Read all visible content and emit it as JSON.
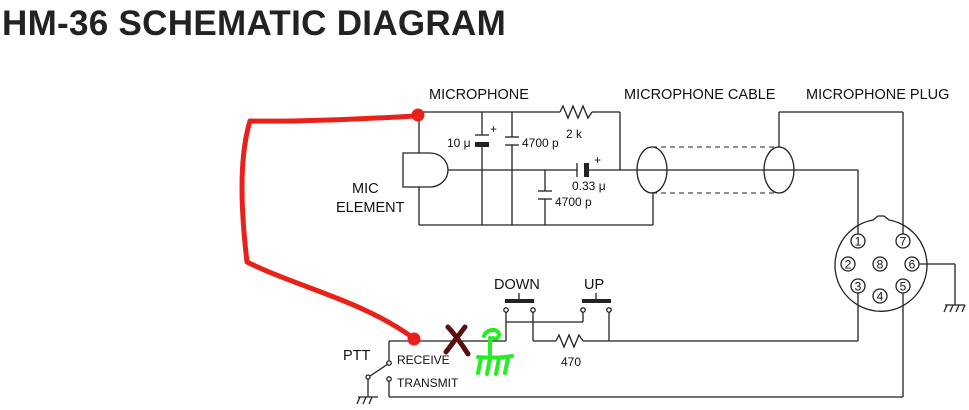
{
  "title": "HM-36 SCHEMATIC DIAGRAM",
  "labels": {
    "microphone": "MICROPHONE",
    "microphone_cable": "MICROPHONE CABLE",
    "microphone_plug": "MICROPHONE PLUG",
    "mic_element_line1": "MIC",
    "mic_element_line2": "ELEMENT",
    "ptt": "PTT",
    "receive": "RECEIVE",
    "transmit": "TRANSMIT",
    "down": "DOWN",
    "up": "UP"
  },
  "components": {
    "resistor_2k": "2 k",
    "cap_10u": "10 μ",
    "cap_4700p_top": "4700 p",
    "cap_033u": "0.33 μ",
    "cap_4700p_bottom": "4700 p",
    "resistor_470": "470",
    "polarity_plus": "+"
  },
  "plug_pins": [
    "1",
    "2",
    "3",
    "4",
    "5",
    "6",
    "7",
    "8"
  ],
  "annotations": {
    "markup_color": "#e8221a",
    "ground_sketch_color": "#22ee22",
    "cross_mark_color": "#5a0f0f"
  }
}
